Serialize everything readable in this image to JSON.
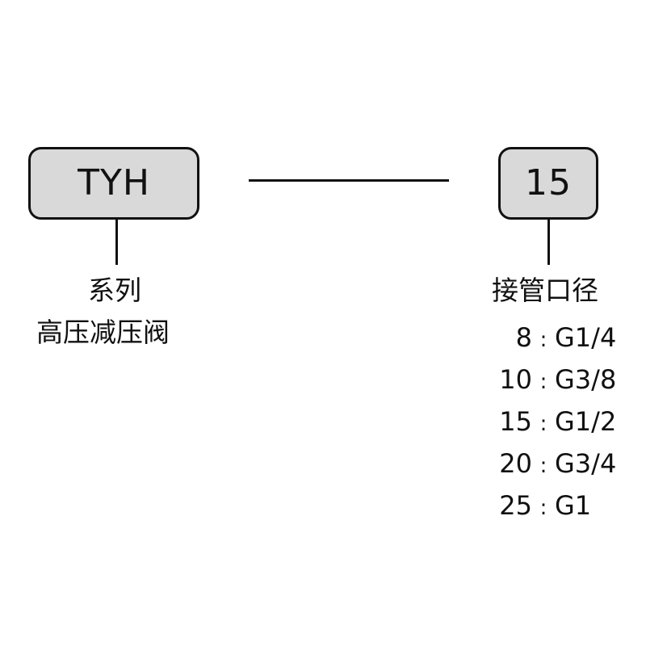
{
  "series_box": {
    "code": "TYH"
  },
  "port_box": {
    "code": "15"
  },
  "series_label": {
    "line1": "系列",
    "line2": "高压减压阀"
  },
  "port_label": {
    "title": "接管口径"
  },
  "port_options": [
    {
      "size": "8",
      "sep": ":",
      "thread": "G1/4"
    },
    {
      "size": "10",
      "sep": ":",
      "thread": "G3/8"
    },
    {
      "size": "15",
      "sep": ":",
      "thread": "G1/2"
    },
    {
      "size": "20",
      "sep": ":",
      "thread": "G3/4"
    },
    {
      "size": "25",
      "sep": ":",
      "thread": "G1"
    }
  ],
  "colors": {
    "box_fill": "#d9d9d9",
    "stroke": "#111111",
    "background": "#ffffff"
  }
}
